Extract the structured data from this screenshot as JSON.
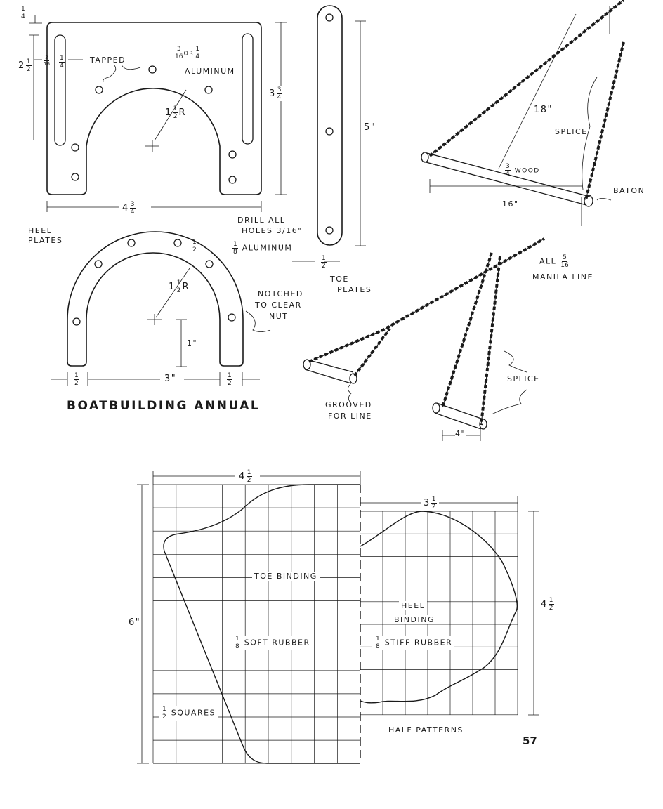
{
  "title": "BOATBUILDING ANNUAL",
  "page_number": "57",
  "heel_plate_top": {
    "tapped": "TAPPED",
    "thickness": {
      "num": "3",
      "den": "16",
      "or": "OR",
      "num2": "1",
      "den2": "4"
    },
    "material": "ALUMINUM",
    "radius": {
      "whole": "1",
      "num": "1",
      "den": "2",
      "suffix": "R"
    },
    "width": {
      "whole": "4",
      "num": "3",
      "den": "4"
    },
    "height": {
      "whole": "3",
      "num": "3",
      "den": "4"
    },
    "slot_length": {
      "whole": "2",
      "num": "1",
      "den": "2"
    },
    "top_offset": {
      "num": "1",
      "den": "4"
    },
    "slot_offset": {
      "num": "3",
      "den": "16"
    },
    "slot_width": {
      "num": "1",
      "den": "4"
    }
  },
  "drill_note": {
    "line1": "DRILL ALL",
    "line2": "HOLES",
    "size": "3/16\""
  },
  "heel_plates_label": {
    "line1": "HEEL",
    "line2": "PLATES"
  },
  "heel_plate_bottom": {
    "radius": {
      "whole": "1",
      "num": "1",
      "den": "2",
      "suffix": "R"
    },
    "band": {
      "num": "1",
      "den": "2"
    },
    "thickness": {
      "num": "1",
      "den": "8",
      "text": "ALUMINUM"
    },
    "notch_note": {
      "line1": "NOTCHED",
      "line2": "TO CLEAR",
      "line3": "NUT"
    },
    "leg_height": "1\"",
    "leg_left": {
      "num": "1",
      "den": "2"
    },
    "gap": "3\"",
    "leg_right": {
      "num": "1",
      "den": "2"
    }
  },
  "toe_plate": {
    "length": "5\"",
    "width": {
      "num": "1",
      "den": "2"
    },
    "label1": "TOE",
    "label2": "PLATES"
  },
  "heel_strap": {
    "rope_length": "18\"",
    "splice": "SPLICE",
    "baton_dia": {
      "num": "3",
      "den": "4",
      "text": "WOOD"
    },
    "baton": "BATON",
    "baton_length": "16\""
  },
  "line_note": {
    "prefix": "ALL",
    "num": "5",
    "den": "16",
    "line2": "MANILA LINE"
  },
  "toe_strap": {
    "grooved1": "GROOVED",
    "grooved2": "FOR LINE",
    "splice": "SPLICE",
    "length": "4\""
  },
  "pattern": {
    "toe_width": {
      "whole": "4",
      "num": "1",
      "den": "2"
    },
    "heel_width": {
      "whole": "3",
      "num": "1",
      "den": "2"
    },
    "toe_height": "6\"",
    "heel_height": {
      "whole": "4",
      "num": "1",
      "den": "2"
    },
    "toe_binding": "TOE BINDING",
    "heel_binding1": "HEEL",
    "heel_binding2": "BINDING",
    "soft": {
      "num": "1",
      "den": "8",
      "text": "SOFT RUBBER"
    },
    "stiff": {
      "num": "1",
      "den": "8",
      "text": "STIFF RUBBER"
    },
    "squares": {
      "num": "1",
      "den": "2",
      "text": "SQUARES"
    },
    "half_patterns": "HALF PATTERNS"
  }
}
